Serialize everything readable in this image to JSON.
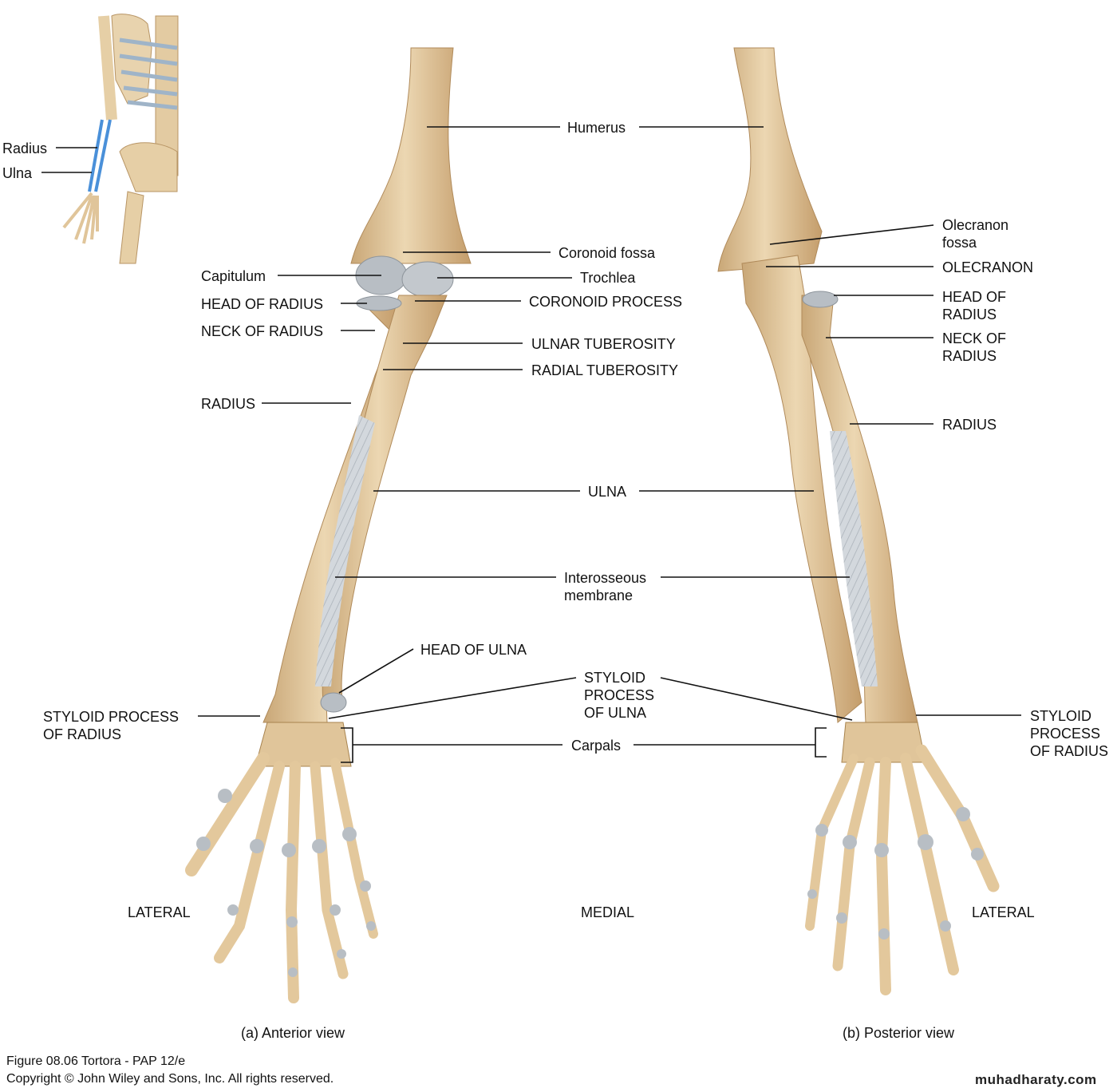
{
  "inset": {
    "radius": "Radius",
    "ulna": "Ulna"
  },
  "labels": {
    "humerus": "Humerus",
    "coronoid_fossa": "Coronoid fossa",
    "capitulum": "Capitulum",
    "trochlea": "Trochlea",
    "head_of_radius_a": "HEAD OF RADIUS",
    "coronoid_process": "CORONOID PROCESS",
    "neck_of_radius_a": "NECK OF RADIUS",
    "ulnar_tuberosity": "ULNAR TUBEROSITY",
    "radial_tuberosity": "RADIAL TUBEROSITY",
    "radius_a": "RADIUS",
    "ulna": "ULNA",
    "interosseous_membrane": "Interosseous\nmembrane",
    "head_of_ulna": "HEAD OF ULNA",
    "styloid_process_ulna": "STYLOID\nPROCESS\nOF ULNA",
    "styloid_process_radius_a": "STYLOID PROCESS\nOF RADIUS",
    "carpals": "Carpals",
    "lateral_a": "LATERAL",
    "medial": "MEDIAL",
    "olecranon_fossa": "Olecranon\nfossa",
    "olecranon": "OLECRANON",
    "head_of_radius_b": "HEAD OF\nRADIUS",
    "neck_of_radius_b": "NECK OF\nRADIUS",
    "radius_b": "RADIUS",
    "styloid_process_radius_b": "STYLOID\nPROCESS\nOF RADIUS",
    "lateral_b": "LATERAL"
  },
  "captions": {
    "anterior": "(a) Anterior view",
    "posterior": "(b) Posterior view"
  },
  "footer": {
    "figure": "Figure 08.06  Tortora - PAP 12/e",
    "copyright": "Copyright © John Wiley and Sons, Inc. All rights reserved.",
    "watermark": "muhadharaty.com"
  },
  "colors": {
    "bone": "#e7cfa6",
    "bone_shadow": "#c9a777",
    "cartilage": "#b8bec4",
    "membrane": "#cfd4da",
    "highlight_blue": "#4a90d9",
    "leader_line": "#111111"
  }
}
